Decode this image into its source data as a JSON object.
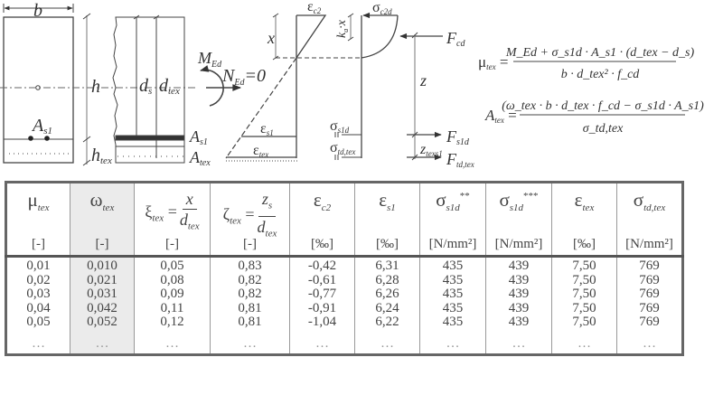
{
  "diagram": {
    "b": "b",
    "h": "h",
    "h_tex": "h",
    "h_tex_sub": "tex",
    "d_s": "d",
    "d_s_sub": "s",
    "d_tex": "d",
    "d_tex_sub": "tex",
    "A_s1_left": "A",
    "A_s1_sub": "s1",
    "A_s1_right": "A",
    "A_tex": "A",
    "A_tex_sub": "tex",
    "M_Ed": "M",
    "M_Ed_sub": "Ed",
    "N_Ed": "N",
    "N_Ed_sub": "Ed",
    "N_Ed_val": "=0",
    "eps_c2": "ε",
    "eps_c2_sub": "c2",
    "x": "x",
    "eps_s1": "ε",
    "eps_s1_sub": "s1",
    "eps_tex": "ε",
    "eps_tex_sub": "tex",
    "sigma_c2d": "σ",
    "sigma_c2d_sub": "c2d",
    "ka_x": "k",
    "ka_sub": "a",
    "ka_x2": "·x",
    "F_cd": "F",
    "F_cd_sub": "cd",
    "z": "z",
    "sigma_s1d": "σ",
    "sigma_s1d_sub": "s1d",
    "sigma_td": "σ",
    "sigma_td_sub": "td,tex",
    "F_s1d": "F",
    "F_s1d_sub": "s1d",
    "F_td": "F",
    "F_td_sub": "td,tex",
    "z_texs1": "z",
    "z_texs1_sub": "texs1"
  },
  "formulas": {
    "mu_lhs": "μ",
    "mu_lhs_sub": "tex",
    "mu_num": "M_Ed + σ_s1d · A_s1 · (d_tex − d_s)",
    "mu_den": "b · d_tex² · f_cd",
    "A_lhs": "A",
    "A_lhs_sub": "tex",
    "A_num": "(ω_tex · b · d_tex · f_cd − σ_s1d · A_s1)",
    "A_den": "σ_td,tex"
  },
  "table": {
    "headers": [
      {
        "sym": "μ",
        "sub": "tex",
        "unit": "[-]"
      },
      {
        "sym": "ω",
        "sub": "tex",
        "unit": "[-]"
      },
      {
        "sym": "ξ",
        "sub": "tex",
        "frac_num": "x",
        "frac_den": "d",
        "frac_den_sub": "tex",
        "unit": "[-]"
      },
      {
        "sym": "ζ",
        "sub": "tex",
        "frac_num": "z",
        "frac_num_sub": "s",
        "frac_den": "d",
        "frac_den_sub": "tex",
        "unit": "[-]"
      },
      {
        "sym": "ε",
        "sub": "c2",
        "unit": "[‰]"
      },
      {
        "sym": "ε",
        "sub": "s1",
        "unit": "[‰]"
      },
      {
        "sym": "σ",
        "sub": "s1d",
        "sup": "**",
        "unit": "[N/mm²]"
      },
      {
        "sym": "σ",
        "sub": "s1d",
        "sup": "***",
        "unit": "[N/mm²]"
      },
      {
        "sym": "ε",
        "sub": "tex",
        "unit": "[‰]"
      },
      {
        "sym": "σ",
        "sub": "td,tex",
        "unit": "[N/mm²]"
      }
    ],
    "columns": [
      [
        "0,01",
        "0,02",
        "0,03",
        "0,04",
        "0,05",
        "…"
      ],
      [
        "0,010",
        "0,021",
        "0,031",
        "0,042",
        "0,052",
        "…"
      ],
      [
        "0,05",
        "0,08",
        "0,09",
        "0,11",
        "0,12",
        "…"
      ],
      [
        "0,83",
        "0,82",
        "0,82",
        "0,81",
        "0,81",
        "…"
      ],
      [
        "-0,42",
        "-0,61",
        "-0,77",
        "-0,91",
        "-1,04",
        "…"
      ],
      [
        "6,31",
        "6,28",
        "6,26",
        "6,24",
        "6,22",
        "…"
      ],
      [
        "435",
        "435",
        "435",
        "435",
        "435",
        "…"
      ],
      [
        "439",
        "439",
        "439",
        "439",
        "439",
        "…"
      ],
      [
        "7,50",
        "7,50",
        "7,50",
        "7,50",
        "7,50",
        "…"
      ],
      [
        "769",
        "769",
        "769",
        "769",
        "769",
        "…"
      ]
    ],
    "highlight_color": "#ebebeb"
  }
}
